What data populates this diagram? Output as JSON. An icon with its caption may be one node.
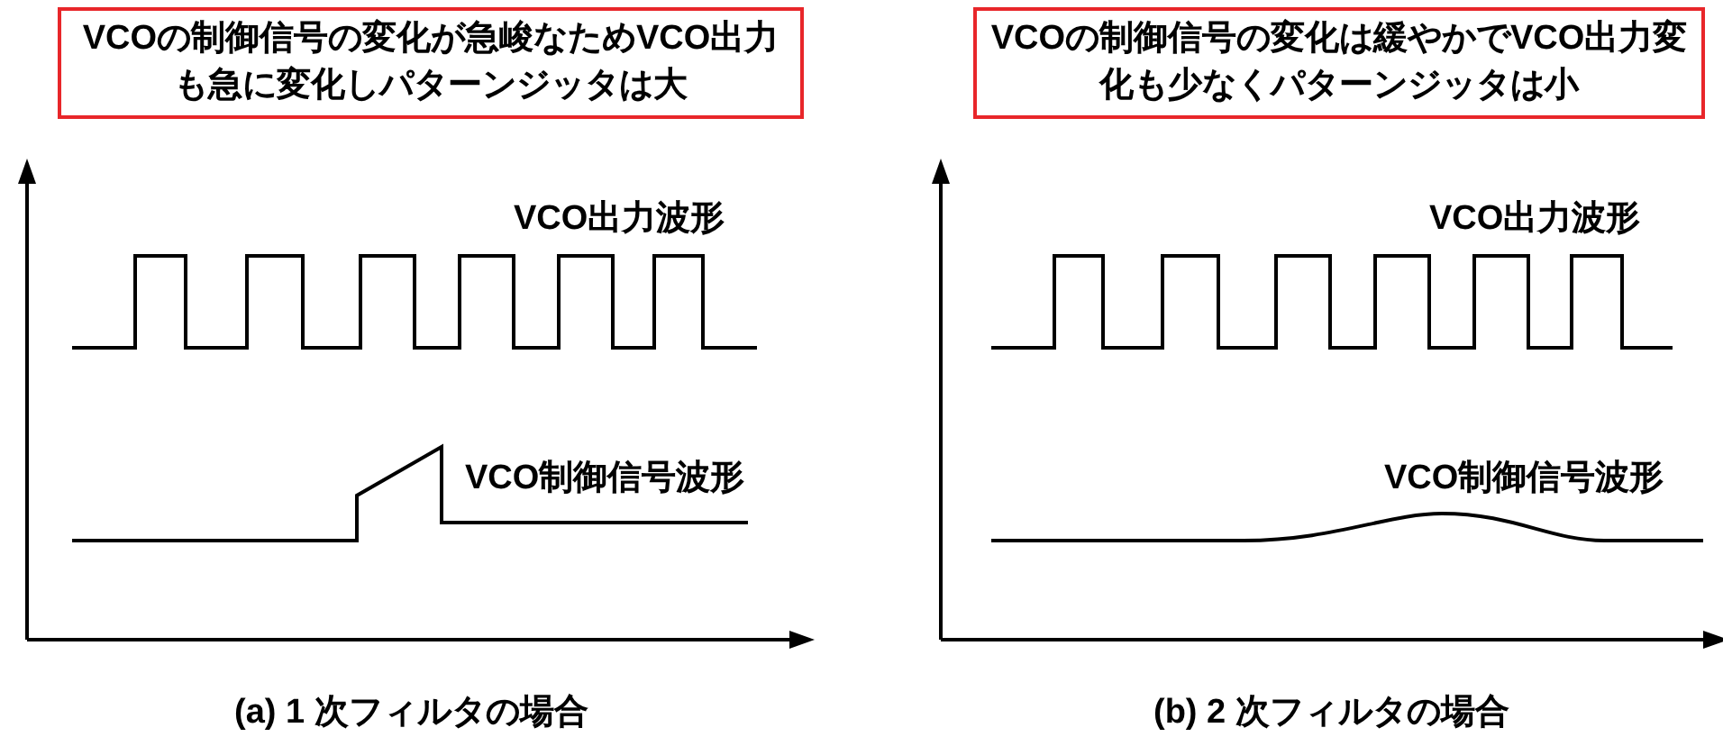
{
  "diagram": {
    "nodes": [
      {
        "text": [
          "VCOの制御信号の変化が急峻なためVCO出力も急に変化しパターンジッタは大"
        ]
      },
      {
        "text": [
          "VCOの制御信号の変化は緩やかでVCO出力変化も少なくパターンジッタは小"
        ]
      }
    ],
    "labels": [
      "VCO出力波形",
      "VCO出力波形",
      "VCO制御信号波形",
      "VCO制御信号波形",
      "(a) 1 次フィルタの場合",
      "(b) 2 次フィルタの場合"
    ]
  }
}
